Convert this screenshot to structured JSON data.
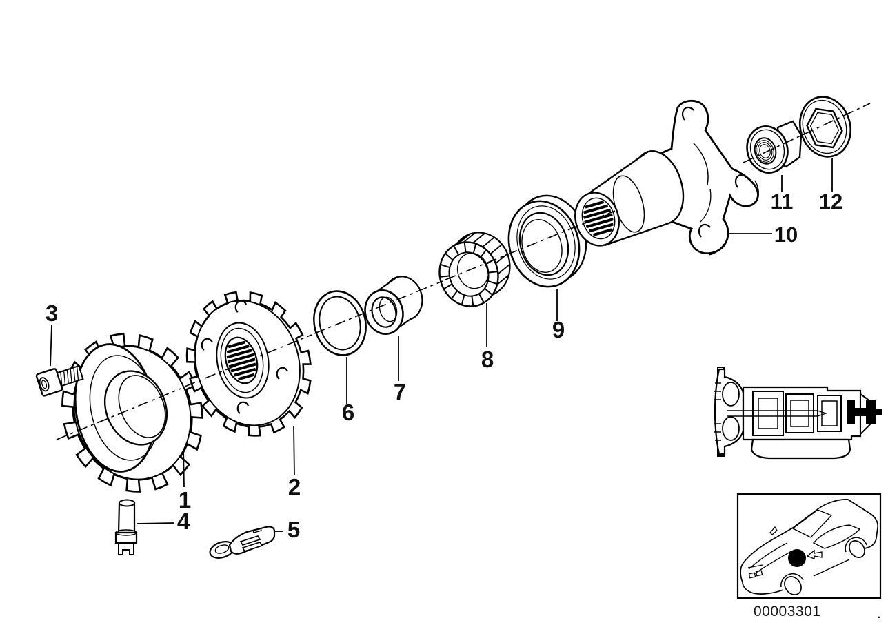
{
  "colors": {
    "line": "#000000",
    "background": "#ffffff",
    "highlight": "#000000"
  },
  "callouts": [
    {
      "label": "1"
    },
    {
      "label": "2"
    },
    {
      "label": "3"
    },
    {
      "label": "4"
    },
    {
      "label": "5"
    },
    {
      "label": "6"
    },
    {
      "label": "7"
    },
    {
      "label": "8"
    },
    {
      "label": "9"
    },
    {
      "label": "10"
    },
    {
      "label": "11"
    },
    {
      "label": "12"
    }
  ],
  "footer": {
    "catalog_number": "00003301",
    "stray_mark": "."
  }
}
